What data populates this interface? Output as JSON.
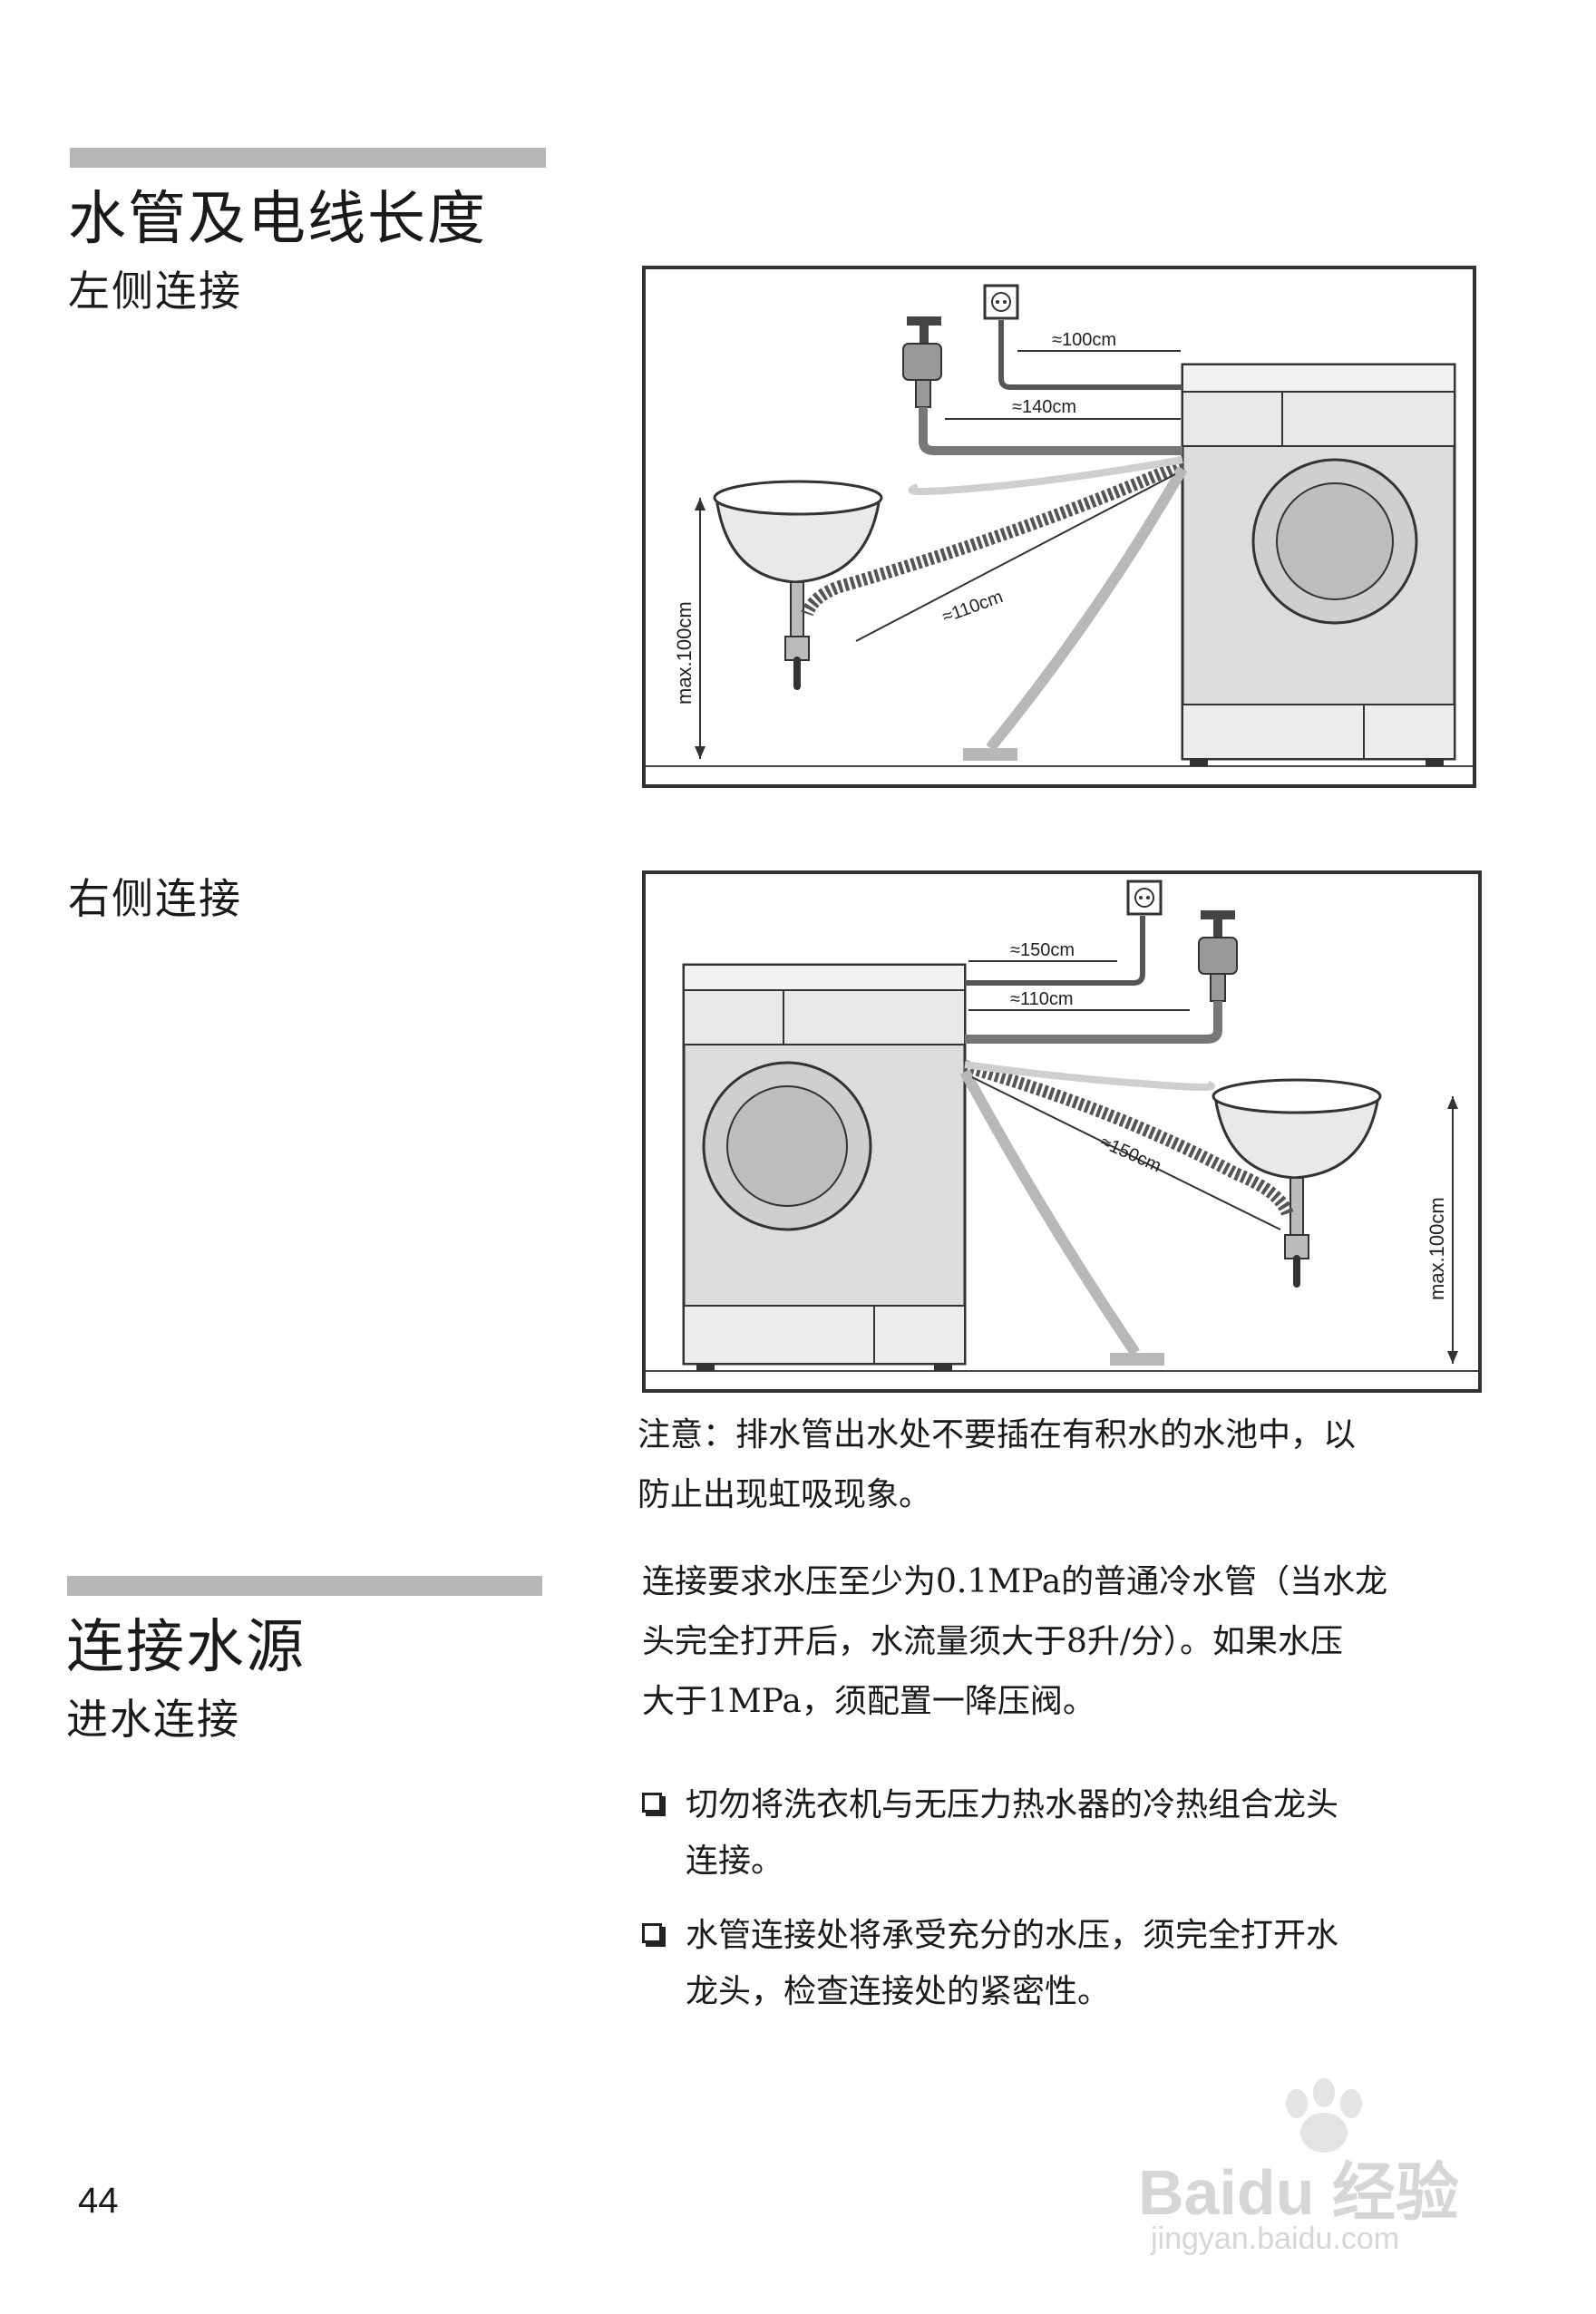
{
  "section1": {
    "title": "水管及电线长度",
    "left_label": "左侧连接",
    "right_label": "右侧连接"
  },
  "fig_left": {
    "power": "≈100cm",
    "inlet": "≈140cm",
    "drain": "≈110cm",
    "height": "max.100cm"
  },
  "fig_right": {
    "power": "≈150cm",
    "inlet": "≈110cm",
    "drain": "≈150cm",
    "height": "max.100cm"
  },
  "note": {
    "line1": "注意：排水管出水处不要插在有积水的水池中，以",
    "line2": "防止出现虹吸现象。"
  },
  "section2": {
    "title": "连接水源",
    "subtitle": "进水连接",
    "para": [
      "连接要求水压至少为0.1MPa的普通冷水管（当水龙",
      "头完全打开后，水流量须大于8升/分）。如果水压",
      "大于1MPa，须配置一降压阀。"
    ],
    "bullets": [
      {
        "line1": "切勿将洗衣机与无压力热水器的冷热组合龙头",
        "line2": "连接。"
      },
      {
        "line1": "水管连接处将承受充分的水压，须完全打开水",
        "line2": "龙头，检查连接处的紧密性。"
      }
    ]
  },
  "page_number": "44",
  "watermark": {
    "brand": "Baidu 经验",
    "url": "jingyan.baidu.com"
  }
}
